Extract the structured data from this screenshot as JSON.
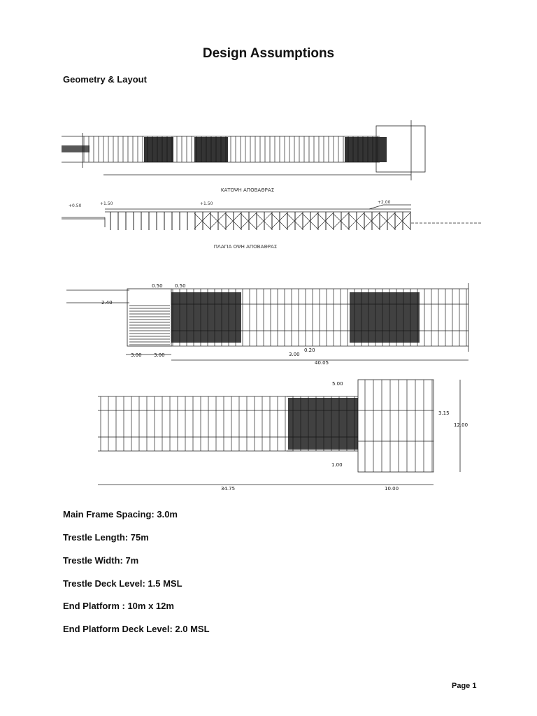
{
  "document": {
    "title": "Design Assumptions",
    "section_heading": "Geometry & Layout",
    "page_label": "Page 1"
  },
  "drawings": {
    "plan_caption": "ΚΑΤΟΨΗ ΑΠΟΒΑΘΡΑΣ",
    "elevation_caption": "ΠΛΑΓΙΑ ΟΨΗ ΑΠΟΒΑΘΡΑΣ",
    "elevation_levels": [
      "+0.50",
      "+1.50",
      "+1.50",
      "+2.00"
    ],
    "detail1_dims": [
      "0.50",
      "0.50",
      "2.40",
      "3.00",
      "3.00",
      "0.20",
      "3.00",
      "40.05"
    ],
    "detail2_dims": [
      "5.00",
      "3.15",
      "12.00",
      "1.00",
      "34.75",
      "10.00"
    ]
  },
  "assumptions": [
    "Main Frame Spacing: 3.0m",
    "Trestle Length: 75m",
    "Trestle Width: 7m",
    "Trestle Deck Level: 1.5 MSL",
    "End Platform : 10m x 12m",
    "End Platform Deck Level: 2.0 MSL"
  ]
}
